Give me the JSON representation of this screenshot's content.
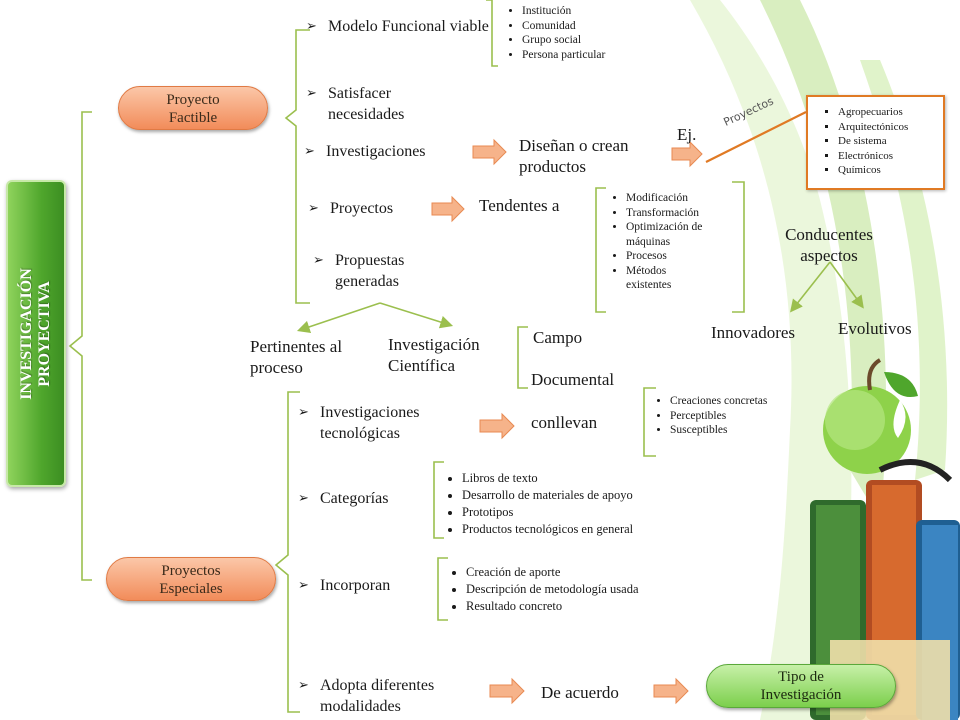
{
  "root": "INVESTIGACIÓN PROYECTIVA",
  "factible": {
    "label": "Proyecto Factible",
    "modelo": {
      "label": "Modelo Funcional viable",
      "items": [
        "Institución",
        "Comunidad",
        "Grupo social",
        "Persona particular"
      ]
    },
    "satisfacer": "Satisfacer necesidades",
    "investigaciones": {
      "label": "Investigaciones",
      "target": "Diseñan o crean productos",
      "ej": "Ej.",
      "edge_label": "Proyectos",
      "items": [
        "Agropecuarios",
        "Arquitectónicos",
        "De sistema",
        "Electrónicos",
        "Químicos"
      ]
    },
    "proyectos": {
      "label": "Proyectos",
      "target": "Tendentes a",
      "items": [
        "Modificación",
        "Transformación",
        "Optimización de máquinas",
        "Procesos",
        "Métodos existentes"
      ],
      "conducentes": "Conducentes aspectos",
      "innovadores": "Innovadores",
      "evolutivos": "Evolutivos"
    },
    "propuestas": {
      "label": "Propuestas generadas",
      "pertinentes": "Pertinentes al proceso",
      "cientifica": "Investigación Científica",
      "campo": "Campo",
      "documental": "Documental"
    }
  },
  "especiales": {
    "label": "Proyectos Especiales",
    "tecnologicas": {
      "label": "Investigaciones tecnológicas",
      "target": "conllevan",
      "items": [
        "Creaciones concretas",
        "Perceptibles",
        "Susceptibles"
      ]
    },
    "categorias": {
      "label": "Categorías",
      "items": [
        "Libros de texto",
        "Desarrollo de materiales de apoyo",
        "Prototipos",
        "Productos tecnológicos en general"
      ]
    },
    "incorporan": {
      "label": "Incorporan",
      "items": [
        "Creación de aporte",
        "Descripción de metodología usada",
        "Resultado concreto"
      ]
    },
    "adopta": {
      "label": "Adopta diferentes modalidades",
      "target": "De acuerdo",
      "tipo": "Tipo de Investigación"
    }
  },
  "colors": {
    "brace": "#9bbf4e",
    "arrow": "#f4a36a",
    "box": "#e07a24",
    "bar": "#5cb236"
  }
}
